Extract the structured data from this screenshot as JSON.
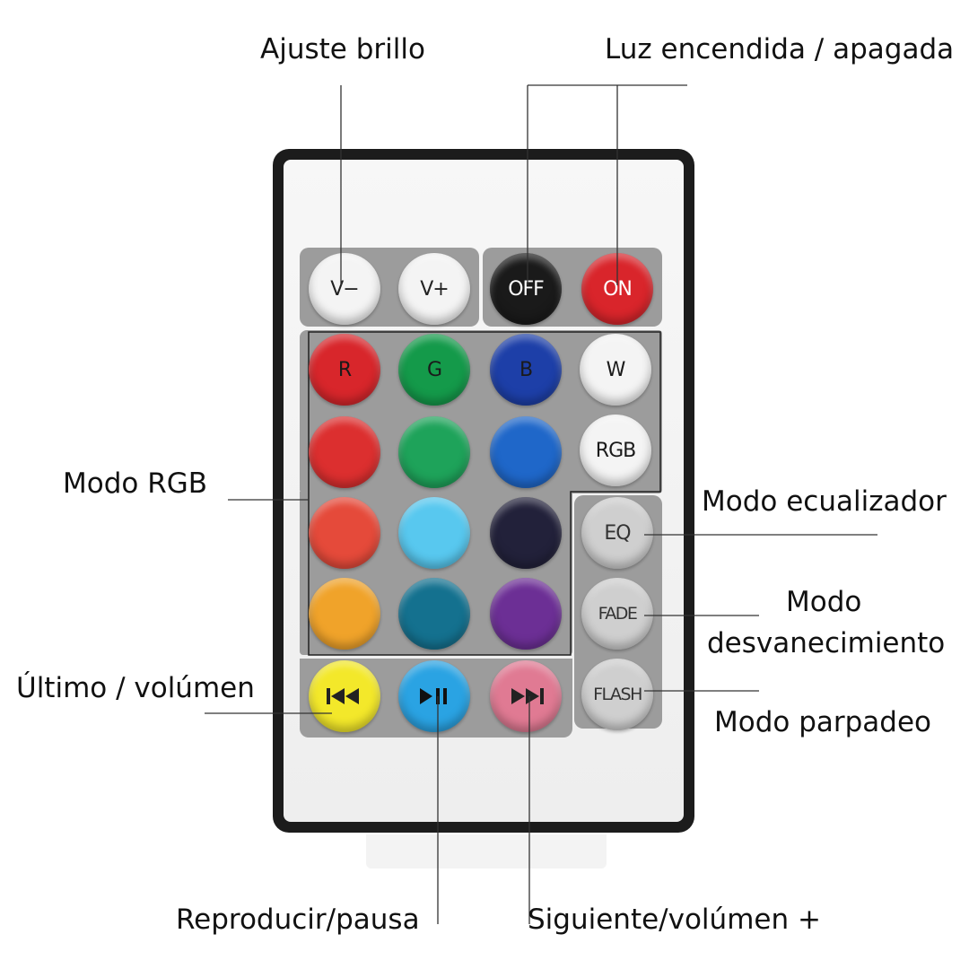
{
  "labels": {
    "brightness": "Ajuste brillo",
    "power": "Luz encendida / apagada",
    "rgb_mode": "Modo RGB",
    "eq_mode": "Modo ecualizador",
    "fade_mode_line1": "Modo",
    "fade_mode_line2": "desvanecimiento",
    "flash_mode": "Modo parpadeo",
    "prev_volume": "Último / volúmen",
    "play_pause": "Reproducir/pausa",
    "next_volume": "Siguiente/volúmen +"
  },
  "buttons": {
    "v_minus": {
      "label": "V−",
      "color": "#f4f4f4",
      "text_color": "#222222"
    },
    "v_plus": {
      "label": "V+",
      "color": "#f4f4f4",
      "text_color": "#222222"
    },
    "off": {
      "label": "OFF",
      "color": "#1a1a1a",
      "text_color": "#ffffff"
    },
    "on": {
      "label": "ON",
      "color": "#d9252b",
      "text_color": "#ffffff"
    },
    "r": {
      "label": "R",
      "color": "#d8262b",
      "text_color": "#1a1a1a"
    },
    "g": {
      "label": "G",
      "color": "#149a4a",
      "text_color": "#1a1a1a"
    },
    "b": {
      "label": "B",
      "color": "#1d3fa8",
      "text_color": "#1a1a1a"
    },
    "w": {
      "label": "W",
      "color": "#f4f4f4",
      "text_color": "#1a1a1a"
    },
    "rgb": {
      "label": "RGB",
      "color": "#f4f4f4",
      "text_color": "#1a1a1a"
    },
    "eq": {
      "label": "EQ",
      "color": "#cfcfcf",
      "text_color": "#333333"
    },
    "fade": {
      "label": "FADE",
      "color": "#cfcfcf",
      "text_color": "#333333"
    },
    "flash": {
      "label": "FLASH",
      "color": "#cfcfcf",
      "text_color": "#333333"
    },
    "color_1": {
      "color": "#dc2f2f"
    },
    "color_2": {
      "color": "#1ea35a"
    },
    "color_3": {
      "color": "#1f67c9"
    },
    "color_4": {
      "color": "#e54a3a"
    },
    "color_5": {
      "color": "#58c8ef"
    },
    "color_6": {
      "color": "#22213a"
    },
    "color_7": {
      "color": "#f0a32a"
    },
    "color_8": {
      "color": "#14718f"
    },
    "color_9": {
      "color": "#6c2f95"
    },
    "prev": {
      "icon": "previous-icon",
      "color": "#f3e82a",
      "text_color": "#222222"
    },
    "play": {
      "icon": "play-pause-icon",
      "color": "#2aa3e3",
      "text_color": "#111111"
    },
    "next": {
      "icon": "next-icon",
      "color": "#e07a93",
      "text_color": "#222222"
    }
  }
}
